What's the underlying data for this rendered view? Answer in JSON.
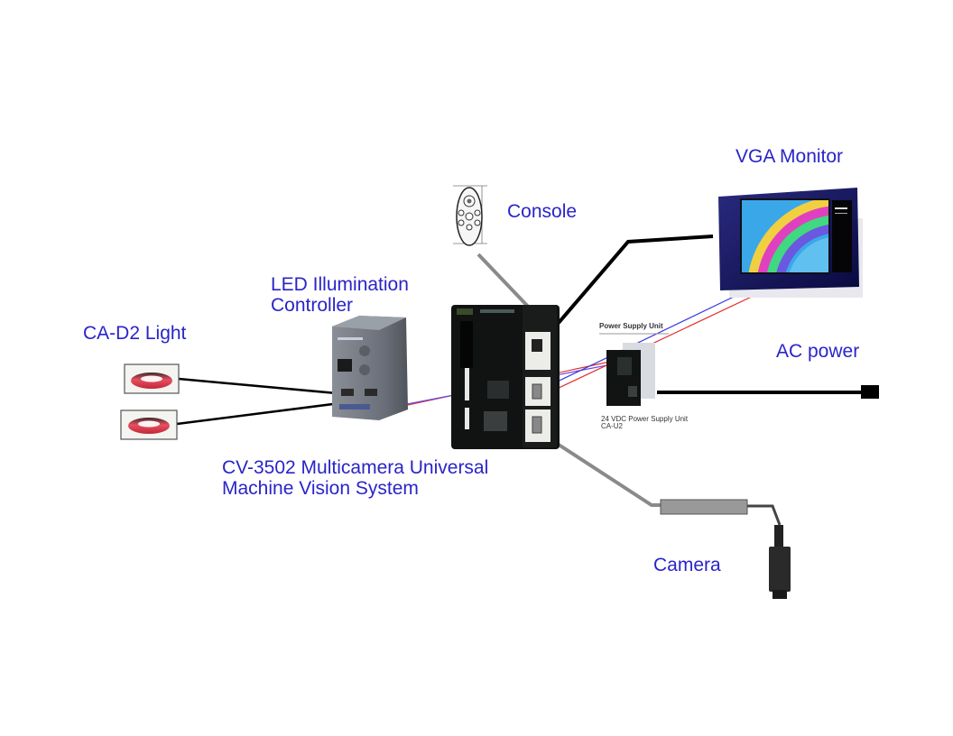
{
  "diagram": {
    "title": "CV-3502 Machine Vision System Connection Diagram",
    "labels": {
      "vga_monitor": "VGA Monitor",
      "console": "Console",
      "led_controller_line1": "LED Illumination",
      "led_controller_line2": "Controller",
      "ca_d2_light": "CA-D2 Light",
      "ac_power": "AC power",
      "main_unit_line1": "CV-3502 Multicamera Universal",
      "main_unit_line2": "Machine Vision System",
      "camera": "Camera",
      "psu_header": "Power Supply Unit",
      "psu_caption_line1": "24 VDC Power Supply Unit",
      "psu_caption_line2": "CA-U2"
    },
    "components": [
      {
        "id": "vga-monitor",
        "name": "VGA Monitor"
      },
      {
        "id": "console",
        "name": "Console"
      },
      {
        "id": "led-controller",
        "name": "LED Illumination Controller"
      },
      {
        "id": "ca-d2-light-1",
        "name": "CA-D2 Light"
      },
      {
        "id": "ca-d2-light-2",
        "name": "CA-D2 Light"
      },
      {
        "id": "main-unit",
        "name": "CV-3502 Multicamera Universal Machine Vision System"
      },
      {
        "id": "power-supply",
        "name": "24 VDC Power Supply Unit CA-U2"
      },
      {
        "id": "ac-plug",
        "name": "AC power"
      },
      {
        "id": "camera",
        "name": "Camera"
      }
    ],
    "connections": [
      {
        "from": "console",
        "to": "main-unit",
        "cable": "gray"
      },
      {
        "from": "main-unit",
        "to": "vga-monitor",
        "cable": "black"
      },
      {
        "from": "ca-d2-light-1",
        "to": "led-controller",
        "cable": "black"
      },
      {
        "from": "ca-d2-light-2",
        "to": "led-controller",
        "cable": "black"
      },
      {
        "from": "led-controller",
        "to": "power-supply",
        "cable": "red/blue wires"
      },
      {
        "from": "main-unit",
        "to": "power-supply",
        "cable": "red/blue wires"
      },
      {
        "from": "power-supply",
        "to": "ac-plug",
        "cable": "black"
      },
      {
        "from": "main-unit",
        "to": "camera",
        "cable": "gray"
      }
    ],
    "colors": {
      "label_blue": "#2a24c8",
      "wire_red": "#e0302a",
      "wire_blue": "#3a3ae0",
      "cable_black": "#000000",
      "cable_gray": "#8a8a8a"
    }
  }
}
